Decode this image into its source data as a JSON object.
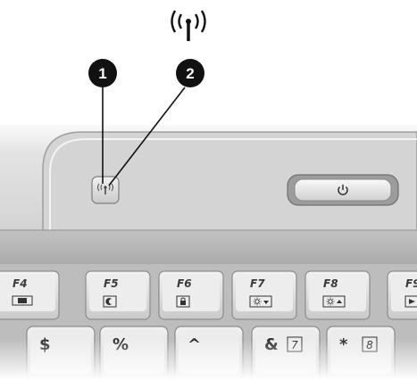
{
  "callouts": [
    {
      "number": "1",
      "target": "wireless-button"
    },
    {
      "number": "2",
      "target": "wireless-light"
    }
  ],
  "function_keys": [
    {
      "label": "F4",
      "icon": "display-switch-icon"
    },
    {
      "label": "F5",
      "icon": "sleep-icon"
    },
    {
      "label": "F6",
      "icon": "lock-icon"
    },
    {
      "label": "F7",
      "icon": "brightness-down-icon"
    },
    {
      "label": "F8",
      "icon": "brightness-up-icon"
    },
    {
      "label": "F9",
      "icon": "play-icon"
    }
  ],
  "number_keys": [
    {
      "symbol": "$",
      "alt": ""
    },
    {
      "symbol": "%",
      "alt": ""
    },
    {
      "symbol": "^",
      "alt": ""
    },
    {
      "symbol": "&",
      "alt": "7"
    },
    {
      "symbol": "*",
      "alt": "8"
    }
  ],
  "colors": {
    "ink": "#111111",
    "key_face": "#e6e6e6",
    "deck": "#c9c9c9"
  }
}
